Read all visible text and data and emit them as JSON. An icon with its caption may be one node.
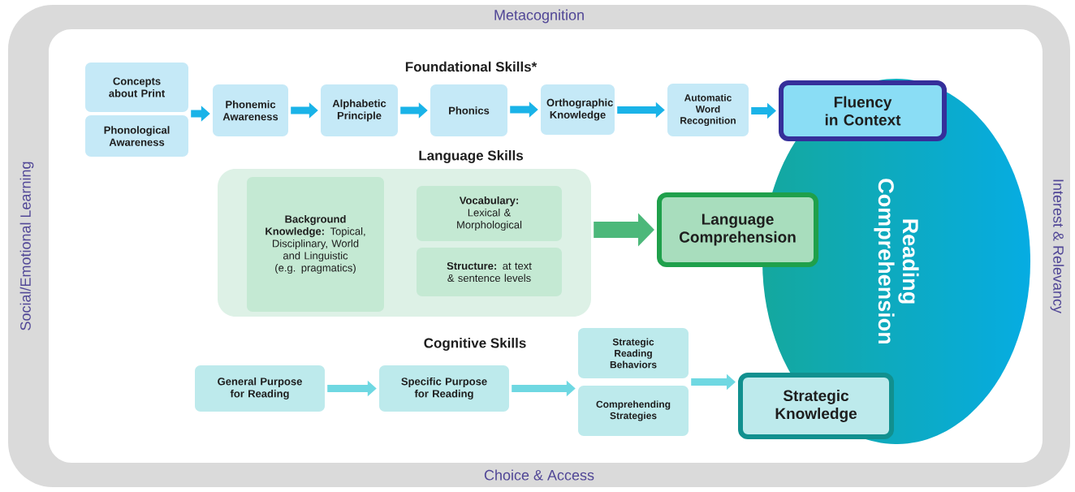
{
  "diagram": {
    "nodes": [
      {
        "text": [
          "Metacognition",
          "Social/Emotional Learning",
          "Interest & Relevancy",
          "Choice & Access"
        ]
      },
      {
        "text": [
          "Concepts about Print"
        ],
        "in": 0
      },
      {
        "text": [
          "Phonological Awareness"
        ],
        "in": 0
      },
      {
        "text": [
          "Phonemic Awareness"
        ],
        "in": 0
      },
      {
        "text": [
          "Alphabetic Principle"
        ],
        "in": 0
      },
      {
        "text": [
          "Phonics"
        ],
        "in": 0
      },
      {
        "text": [
          "Orthographic Knowledge"
        ],
        "in": 0
      },
      {
        "text": [
          "Automatic Word Recognition"
        ],
        "in": 0
      },
      {
        "text": [
          "Fluency in Context"
        ],
        "in": 0
      },
      {
        "text": [],
        "shape": "box",
        "in": 0
      },
      {
        "text": [
          "**Background Knowledge:** Topical, Disciplinary, World and Linguistic (e.g. pragmatics)"
        ],
        "in": 9
      },
      {
        "text": [
          "**Vocabulary:** Lexical & Morphological"
        ],
        "in": 9
      },
      {
        "text": [
          "**Structure:** at text & sentence levels"
        ],
        "in": 9
      },
      {
        "text": [
          "Language Comprehension"
        ],
        "in": 0
      },
      {
        "text": [
          "General Purpose for Reading"
        ],
        "in": 0
      },
      {
        "text": [
          "Specific Purpose for Reading"
        ],
        "in": 0
      },
      {
        "text": [
          "Strategic Reading Behaviors"
        ],
        "in": 0
      },
      {
        "text": [
          "Comprehending Strategies"
        ],
        "in": 0
      },
      {
        "text": [
          "Strategic Knowledge"
        ],
        "in": 0
      },
      {
        "text": [
          "Reading Comprehension"
        ],
        "in": 0
      }
    ],
    "edges": [
      {
        "from": 1,
        "to": 3,
        "arrow": "to"
      },
      {
        "from": 2,
        "to": 3,
        "arrow": "to"
      },
      {
        "from": 3,
        "to": 4,
        "arrow": "to"
      },
      {
        "from": 4,
        "to": 5,
        "arrow": "to"
      },
      {
        "from": 5,
        "to": 6,
        "arrow": "to"
      },
      {
        "from": 6,
        "to": 7,
        "arrow": "to"
      },
      {
        "from": 7,
        "to": 8,
        "arrow": "to"
      },
      {
        "from": 9,
        "to": 13,
        "arrow": "to",
        "style": "thick",
        "color": "#4cb87a"
      },
      {
        "from": 14,
        "to": 15,
        "arrow": "to",
        "color": "#6fd8e2"
      },
      {
        "from": 15,
        "to": 16,
        "arrow": "to",
        "color": "#6fd8e2"
      },
      {
        "from": 15,
        "to": 17,
        "arrow": "to",
        "color": "#6fd8e2"
      },
      {
        "from": 16,
        "to": 18,
        "arrow": "to",
        "color": "#6fd8e2"
      },
      {
        "from": 17,
        "to": 18,
        "arrow": "to",
        "color": "#6fd8e2"
      }
    ],
    "labels": [
      "Foundational Skills*",
      "Language Skills",
      "Cognitive Skills"
    ]
  }
}
